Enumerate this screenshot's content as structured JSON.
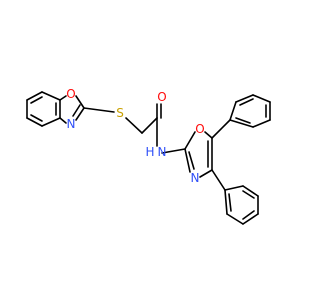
{
  "diagram": {
    "type": "chemical-structure",
    "colors": {
      "bond": "#000000",
      "oxygen": "#ff0d0d",
      "nitrogen": "#3050f8",
      "sulfur": "#c8a000",
      "background": "#ffffff"
    },
    "atom_labels": {
      "benzoxazole_o": "O",
      "benzoxazole_n": "N",
      "sulfur": "S",
      "carbonyl_o": "O",
      "amide_n": "N",
      "amide_h": "H",
      "oxazole_o": "O",
      "oxazole_n": "N"
    }
  }
}
